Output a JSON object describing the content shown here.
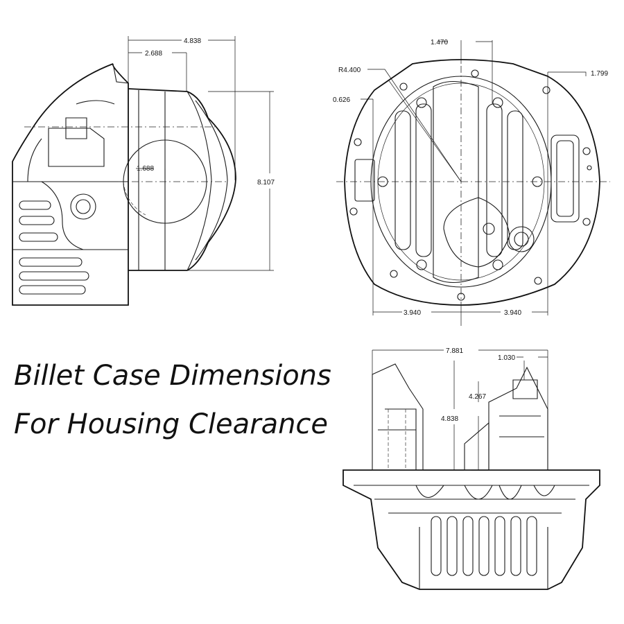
{
  "title": {
    "line1": "Billet Case Dimensions",
    "line2": "For Housing Clearance"
  },
  "side_view": {
    "dims": {
      "overall_depth": "4.838",
      "flange_depth": "2.688",
      "bearing_offset": "1.688",
      "height": "8.107"
    }
  },
  "front_view": {
    "dims": {
      "center_offset": "1.470",
      "bolt_radius": "R4.400",
      "left_offset": "0.626",
      "right_offset": "1.799",
      "half_width_left": "3.940",
      "half_width_right": "3.940"
    }
  },
  "top_view": {
    "dims": {
      "overall_width": "7.881",
      "pinion_offset": "1.030",
      "pinion_height": "4.267",
      "case_height": "4.838"
    }
  }
}
